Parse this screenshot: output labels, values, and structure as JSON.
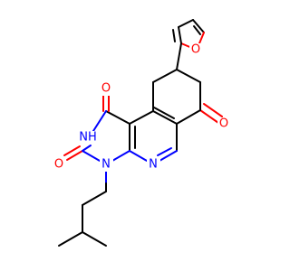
{
  "molecule": {
    "atom_labels": {
      "o_furan": "O",
      "o_ketone": "O",
      "o_c1": "O",
      "nh": "NH",
      "o_c3": "O",
      "n4": "N",
      "n_pyridine": "N"
    },
    "colors": {
      "carbon_bond": "#000000",
      "nitrogen": "#0000ff",
      "oxygen": "#ff0000",
      "background": "#ffffff"
    }
  }
}
